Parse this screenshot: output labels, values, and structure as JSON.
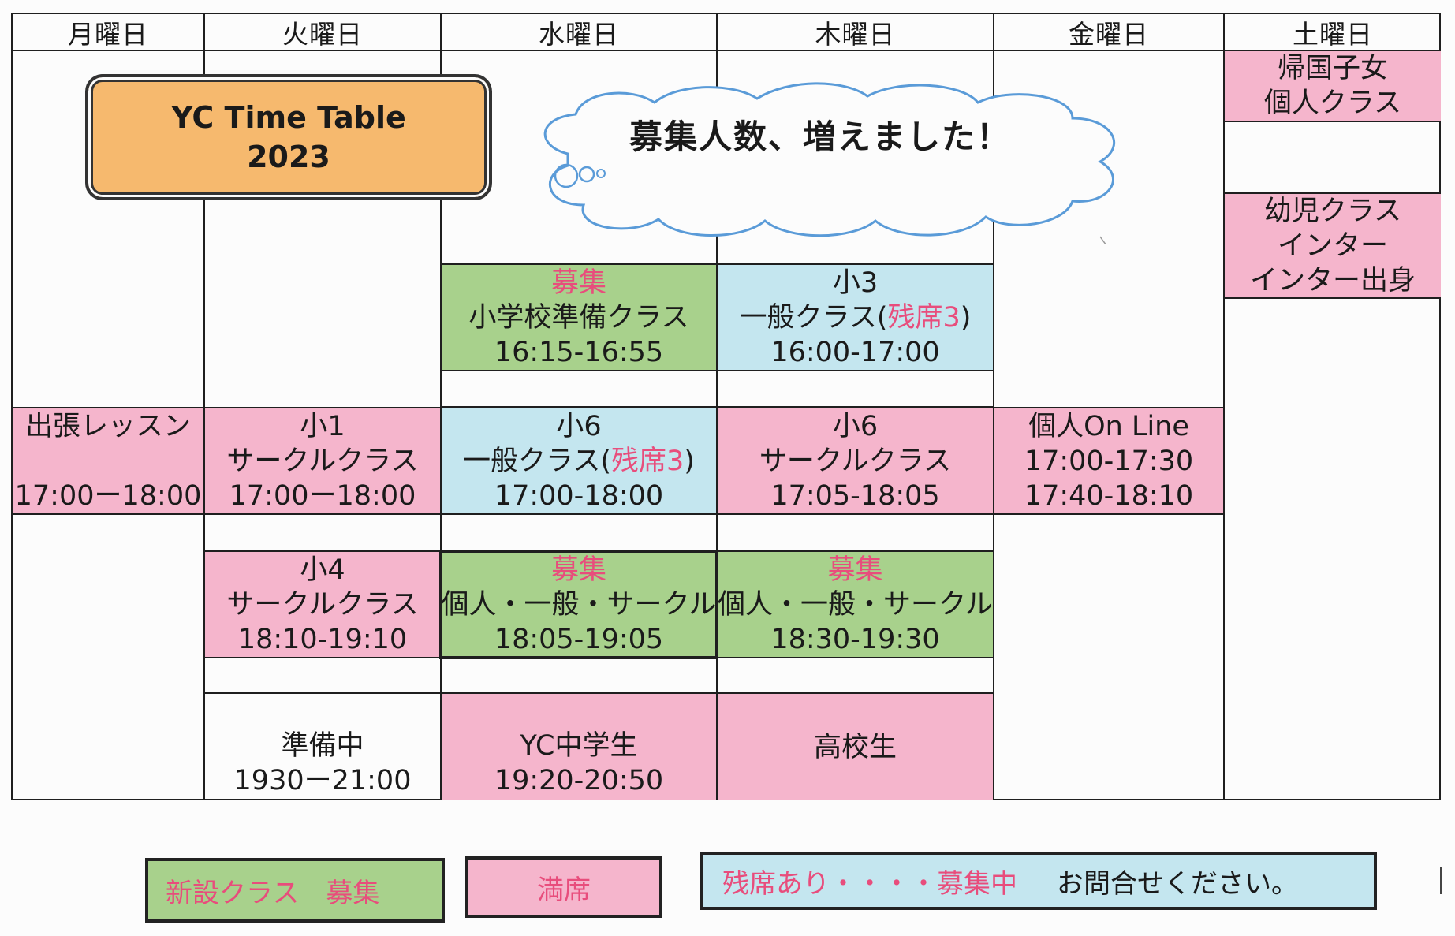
{
  "sign": {
    "title_line1": "YC Time Table",
    "title_line2": "2023"
  },
  "cloud": {
    "text": "募集人数、増えました！"
  },
  "days": [
    "月曜日",
    "火曜日",
    "水曜日",
    "木曜日",
    "金曜日",
    "土曜日"
  ],
  "cells": {
    "sat_kikoku": {
      "l1": "帰国子女",
      "l2": "個人クラス"
    },
    "sat_youji": {
      "l1": "幼児クラス",
      "l2": "インター",
      "l3": "インター出身"
    },
    "wed_shogakko": {
      "l1": "募集",
      "l2": "小学校準備クラス",
      "l3": "16:15-16:55"
    },
    "thu_sho3": {
      "l1": "小3",
      "l2a": "一般クラス(",
      "l2b": "残席3",
      "l2c": ")",
      "l3": "16:00-17:00"
    },
    "mon_shutcho": {
      "l1": "出張レッスン",
      "l3": "17:00ー18:00"
    },
    "tue_sho1": {
      "l1": "小1",
      "l2": "サークルクラス",
      "l3": "17:00ー18:00"
    },
    "wed_sho6": {
      "l1": "小6",
      "l2a": "一般クラス(",
      "l2b": "残席3",
      "l2c": ")",
      "l3": "17:00-18:00"
    },
    "thu_sho6": {
      "l1": "小6",
      "l2": "サークルクラス",
      "l3": "17:05-18:05"
    },
    "fri_kojin": {
      "l1": "個人On Line",
      "l2": "17:00-17:30",
      "l3": "17:40-18:10"
    },
    "tue_sho4": {
      "l1": "小4",
      "l2": "サークルクラス",
      "l3": "18:10-19:10"
    },
    "wed_bosyu": {
      "l1": "募集",
      "l2": "個人・一般・サークル",
      "l3": "18:05-19:05"
    },
    "thu_bosyu": {
      "l1": "募集",
      "l2": "個人・一般・サークル",
      "l3": "18:30-19:30"
    },
    "tue_junbi": {
      "l1": "準備中",
      "l2": "1930ー21:00"
    },
    "wed_chugaku": {
      "l1": "YC中学生",
      "l2": "19:20-20:50"
    },
    "thu_koko": {
      "l1": "高校生"
    }
  },
  "legend": {
    "new": "新設クラス　募集",
    "full": "満席",
    "remaining_red": "残席あり・・・・募集中",
    "remaining_black": "お問合せください。"
  },
  "colors": {
    "pink": "#f5b5cc",
    "green": "#a8d18c",
    "blue": "#c4e6ef",
    "sign": "#f6b96e",
    "red_text": "#e84d7c"
  }
}
